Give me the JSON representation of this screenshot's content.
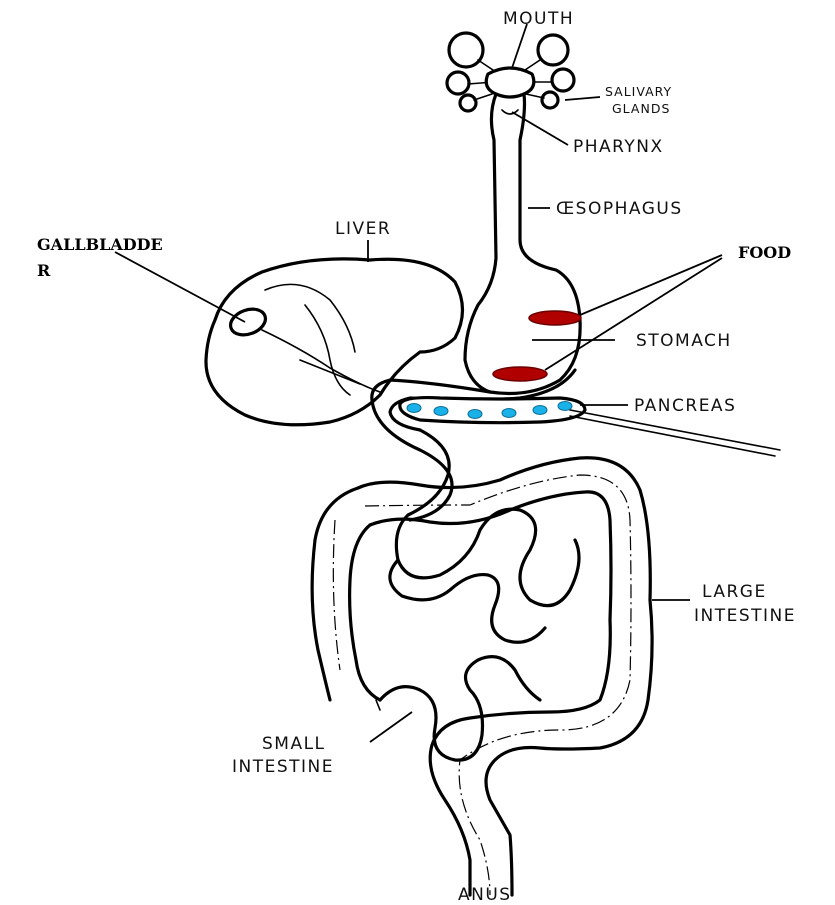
{
  "labels": {
    "mouth": "MOUTH",
    "salivary_line1": "SALIVARY",
    "salivary_line2": "GLANDS",
    "pharynx": "PHARYNX",
    "oesophagus": "ŒSOPHAGUS",
    "liver": "LIVER",
    "gallbladder_line1": "GALLBLADDE",
    "gallbladder_line2": "R",
    "food": "FOOD",
    "stomach": "STOMACH",
    "pancreas": "PANCREAS",
    "large_line1": "LARGE",
    "large_line2": "INTESTINE",
    "small_line1": "SMALL",
    "small_line2": "INTESTINE",
    "anus": "ANUS"
  },
  "colors": {
    "food": "#b00000",
    "pancreas_dots": "#1ab0e8"
  }
}
